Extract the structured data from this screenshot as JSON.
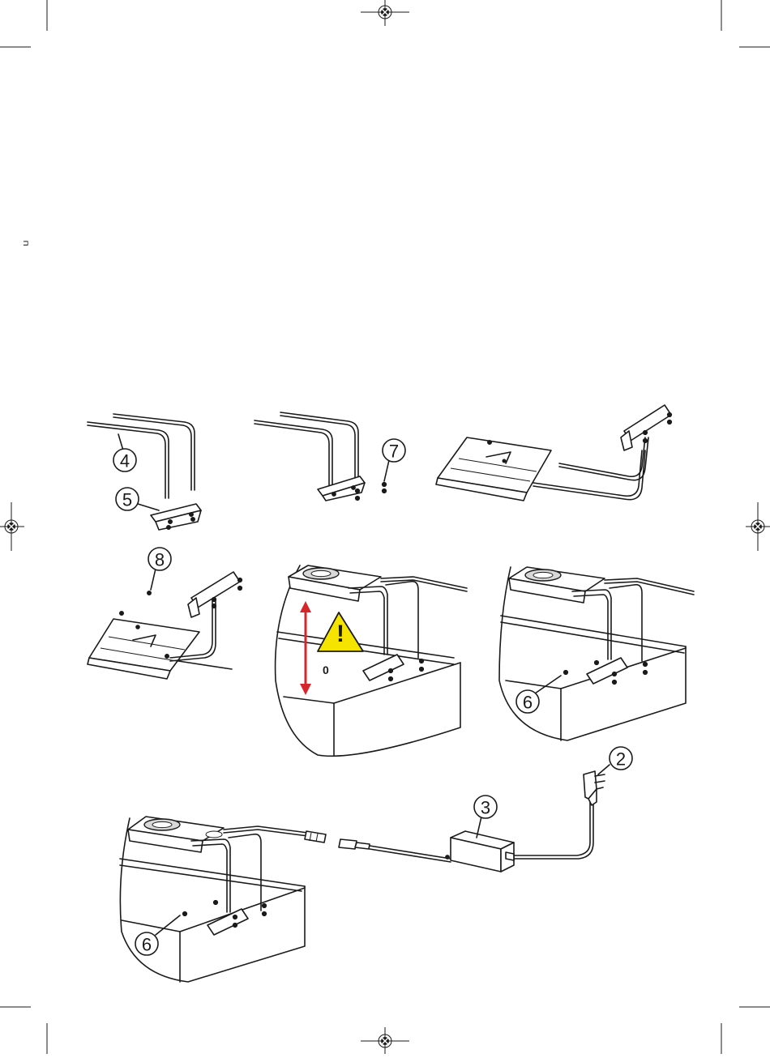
{
  "page": {
    "margin_mark": "⊐"
  },
  "callouts": {
    "rails": "4",
    "bracket": "5",
    "screw_pack": "7",
    "screw_small": "8",
    "screw_tank": "6",
    "screw_tank_final": "6",
    "plug": "2",
    "adapter": "3"
  },
  "warning": {
    "symbol": "!",
    "height_label": "0"
  },
  "colors": {
    "line": "#1a1a1a",
    "arrow": "#d6262b",
    "warning_fill": "#f5e400"
  }
}
